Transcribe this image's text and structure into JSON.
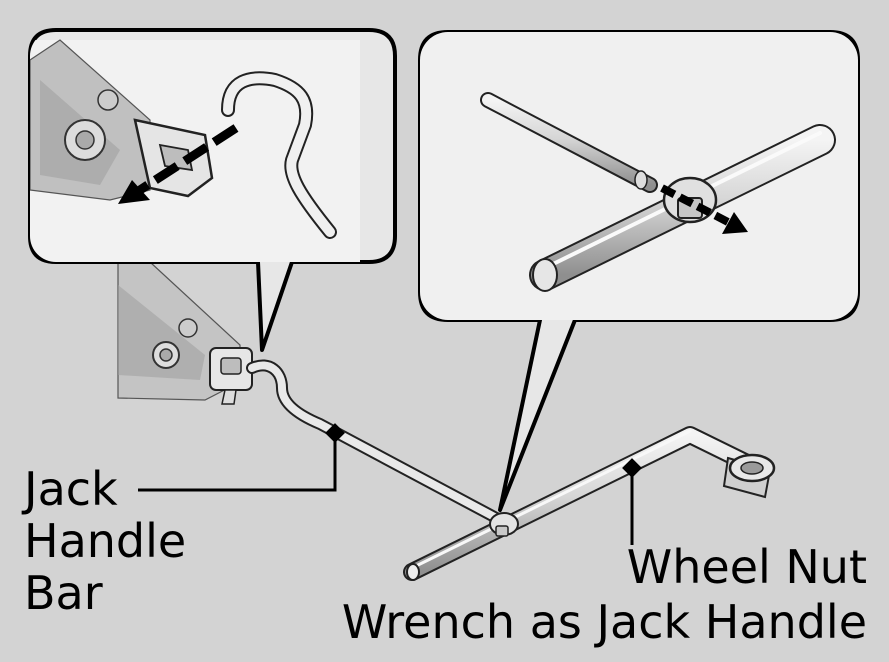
{
  "labels": {
    "jack_handle_bar": [
      "Jack",
      "Handle",
      "Bar"
    ],
    "wheel_nut_wrench": [
      "Wheel Nut",
      "Wrench as Jack Handle"
    ]
  },
  "colors": {
    "background": "#d3d3d3",
    "callout_fill": "#e7e7e7",
    "outline": "#000000",
    "metal_light": "#f2f2f2",
    "metal_mid": "#c8c8c8",
    "metal_dark": "#8c8c8c"
  }
}
